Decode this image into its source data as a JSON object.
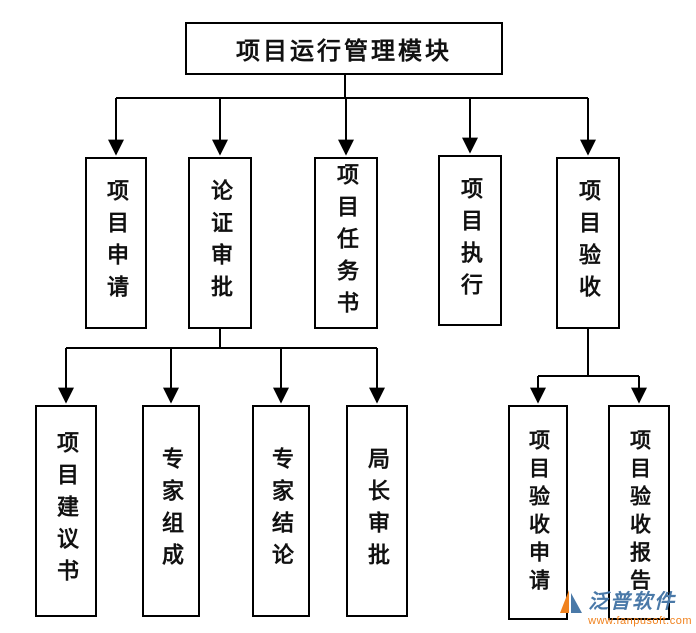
{
  "nodes": {
    "root": {
      "label": "项目运行管理模块"
    },
    "level2": [
      {
        "label": "项目申请"
      },
      {
        "label": "论证审批"
      },
      {
        "label": "项目任务书"
      },
      {
        "label": "项目执行"
      },
      {
        "label": "项目验收"
      }
    ],
    "level3_left": [
      {
        "label": "项目建议书"
      },
      {
        "label": "专家组成"
      },
      {
        "label": "专家结论"
      },
      {
        "label": "局长审批"
      }
    ],
    "level3_right": [
      {
        "label": "项目验收申请"
      },
      {
        "label": "项目验收报告"
      }
    ]
  },
  "watermark": {
    "brand": "泛普软件",
    "url": "www.fanpusoft.com"
  },
  "colors": {
    "line": "#000000",
    "box_border": "#000000",
    "box_bg": "#ffffff",
    "page_bg": "#ffffff",
    "watermark_brand": "#4a79a8",
    "watermark_url": "#f0821e"
  }
}
